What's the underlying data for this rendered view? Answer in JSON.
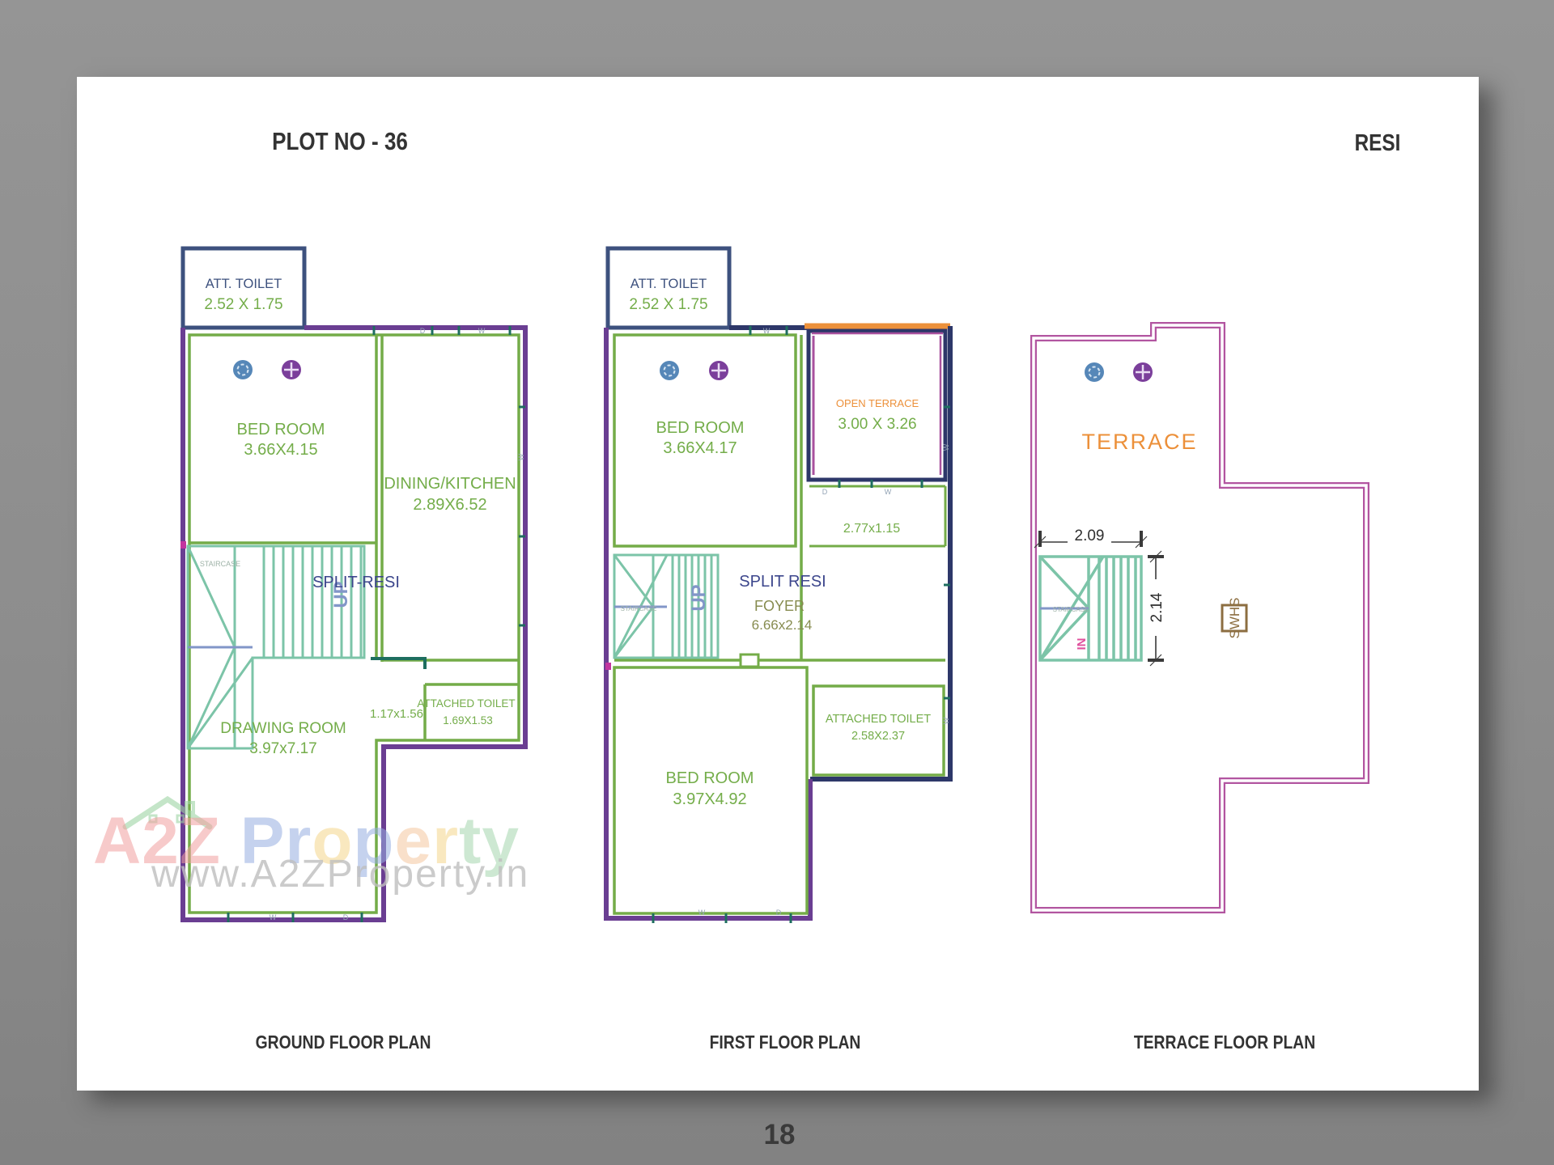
{
  "page": {
    "title": "PLOT NO - 36",
    "corner_label": "RESI",
    "page_number": "18"
  },
  "watermark": {
    "line1_segments": [
      {
        "text": "A2Z ",
        "color": "#f2a0a0"
      },
      {
        "text": "Pr",
        "color": "#96afe1"
      },
      {
        "text": "o",
        "color": "#f5d78c"
      },
      {
        "text": "p",
        "color": "#96afe1"
      },
      {
        "text": "e",
        "color": "#f5c8a0"
      },
      {
        "text": "r",
        "color": "#f5d78c"
      },
      {
        "text": "ty",
        "color": "#a5d7af"
      }
    ],
    "line2": "www.A2ZProperty.in"
  },
  "markers": {
    "window": "W",
    "door": "D"
  },
  "colors": {
    "outer_wall_purple": "#6a3e92",
    "inner_wall_green": "#74ac48",
    "navy_wall": "#2d3769",
    "toilet_box_navy": "#3d517e",
    "stair_teal": "#7cc4a8",
    "terrace_magenta": "#b255a0",
    "accent_orange": "#ec903a",
    "room_text_green": "#74ad4a",
    "split_text_navy": "#3c468c"
  },
  "ground": {
    "caption": "GROUND FLOOR PLAN",
    "att_toilet_label": "ATT. TOILET",
    "att_toilet_dim": "2.52 X 1.75",
    "bedroom_label": "BED ROOM",
    "bedroom_dim": "3.66X4.15",
    "dining_label": "DINING/KITCHEN",
    "dining_dim": "2.89X6.52",
    "staircase_label": "STAIRCASE",
    "split_label": "SPLIT-RESI",
    "up_label": "UP",
    "drawing_label": "DRAWING ROOM",
    "drawing_dim": "3.97x7.17",
    "passage_dim": "1.17x1.56",
    "toilet2_label": "ATTACHED TOILET",
    "toilet2_dim": "1.69X1.53"
  },
  "first": {
    "caption": "FIRST FLOOR PLAN",
    "att_toilet_label": "ATT. TOILET",
    "att_toilet_dim": "2.52 X 1.75",
    "bedroom1_label": "BED ROOM",
    "bedroom1_dim": "3.66X4.17",
    "open_terrace_label": "OPEN TERRACE",
    "open_terrace_dim": "3.00 X 3.26",
    "corridor_dim": "2.77x1.15",
    "staircase_label": "STAIRCASE",
    "split_label": "SPLIT RESI",
    "up_label": "UP",
    "foyer_label": "FOYER",
    "foyer_dim": "6.66x2.14",
    "toilet2_label": "ATTACHED TOILET",
    "toilet2_dim": "2.58X2.37",
    "bedroom2_label": "BED ROOM",
    "bedroom2_dim": "3.97X4.92"
  },
  "terrace": {
    "caption": "TERRACE FLOOR PLAN",
    "label": "TERRACE",
    "staircase_label": "STAIRCASE",
    "in_label": "IN",
    "dim_width": "2.09",
    "dim_height": "2.14",
    "swhs_label": "SWHS"
  }
}
